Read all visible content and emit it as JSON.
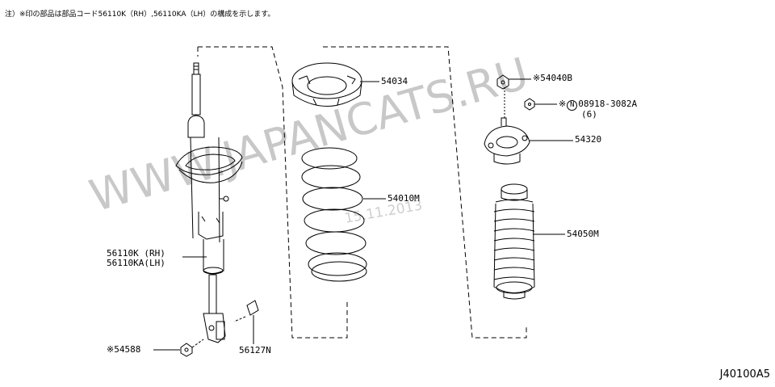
{
  "note": "注）※印の部品は部品コード56110K（RH）,56110KA（LH）の構成を示します。",
  "watermark": "WWW.JAPANCATS.RU",
  "date_stamp": "15.11.2013",
  "diagram_code": "J40100A5",
  "parts": {
    "p54034": "54034",
    "p54010m": "54010M",
    "p54040b": "※54040B",
    "p08918_prefix": "※",
    "p08918_n": "N",
    "p08918": "08918-3082A",
    "p08918_qty": "(6)",
    "p54320": "54320",
    "p54050m": "54050M",
    "p56110k": "56110K (RH)",
    "p56110ka": "56110KA(LH)",
    "p54588": "※54588",
    "p56127n": "56127N"
  }
}
